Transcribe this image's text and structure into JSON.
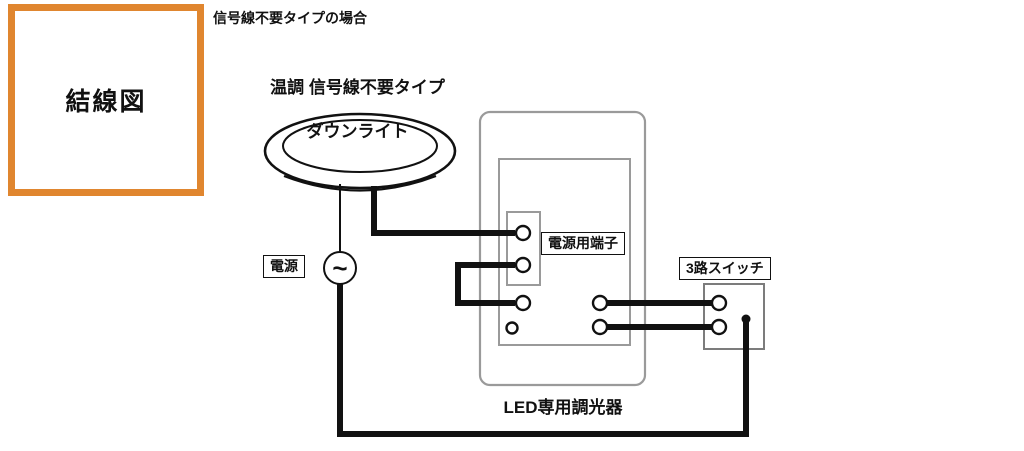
{
  "accent_color": "#E0862F",
  "legend": {
    "label": "結線図"
  },
  "header": {
    "note": "信号線不要タイプの場合"
  },
  "fixture": {
    "title_line1": "温調 信号線不要タイプ",
    "title_line2": "ダウンライト"
  },
  "labels": {
    "power": "電源",
    "power_terminal": "電源用端子",
    "three_way_switch": "3路スイッチ",
    "dimmer": "LED専用調光器"
  },
  "symbols": {
    "ac": "~"
  }
}
